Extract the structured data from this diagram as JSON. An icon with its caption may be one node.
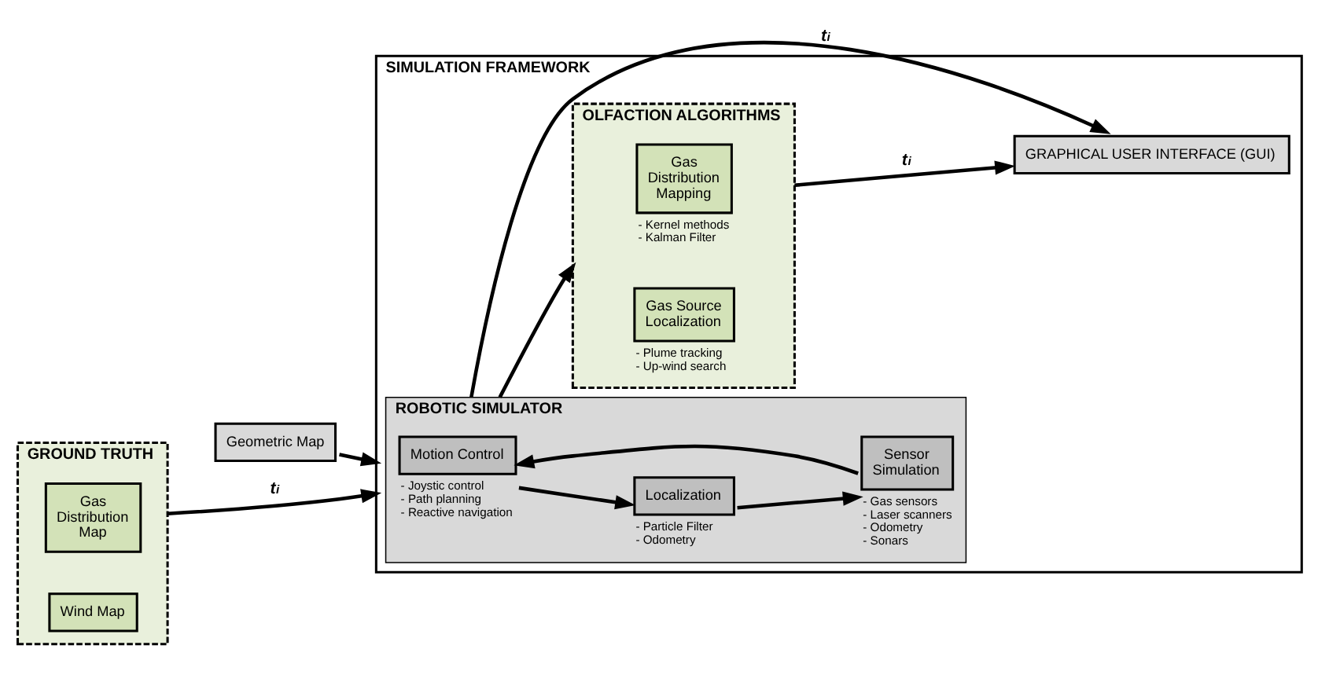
{
  "diagram": {
    "nodes": [
      {
        "text": [
          "SIMULATION FRAMEWORK"
        ]
      },
      {
        "text": [
          "Geometric Map"
        ]
      },
      {
        "text": [
          "GROUND TRUTH"
        ]
      },
      {
        "text": [
          "Gas Distribution Map"
        ],
        "in": 2
      },
      {
        "text": [
          "Wind Map"
        ],
        "in": 2
      },
      {
        "text": [
          "ROBOTIC SIMULATOR"
        ],
        "in": 0
      },
      {
        "text": [
          "Motion Control"
        ],
        "in": 5,
        "beside": [
          "- Joystic control",
          "- Path planning",
          "- Reactive navigation"
        ]
      },
      {
        "text": [
          "Localization"
        ],
        "in": 5,
        "beside": [
          "- Particle Filter",
          "- Odometry"
        ]
      },
      {
        "text": [
          "Sensor Simulation"
        ],
        "in": 5,
        "beside": [
          "- Gas sensors",
          "- Laser scanners",
          "- Odometry",
          "- Sonars"
        ]
      },
      {
        "text": [
          "OLFACTION ALGORITHMS"
        ],
        "in": 0
      },
      {
        "text": [
          "Gas Distribution Mapping"
        ],
        "in": 9,
        "beside": [
          "- Kernel methods",
          "- Kalman Filter"
        ]
      },
      {
        "text": [
          "Gas Source Localization"
        ],
        "in": 9,
        "beside": [
          "- Plume tracking",
          "- Up-wind search"
        ]
      },
      {
        "text": [
          "GRAPHICAL USER INTERFACE (GUI)"
        ],
        "in": 0
      }
    ],
    "edges": [
      {
        "from": 1,
        "to": 0,
        "arrow": "to"
      },
      {
        "from": 5,
        "to": 12,
        "arrow": "to",
        "label": "t$_{i}$"
      },
      {
        "from": 9,
        "to": 12,
        "arrow": "to",
        "label": "t$_{i}$"
      },
      {
        "from": 2,
        "to": 0,
        "arrow": "to",
        "label": "t$_{i}$"
      },
      {
        "from": 8,
        "to": 6,
        "arrow": "to"
      },
      {
        "from": 6,
        "to": 7,
        "arrow": "to"
      },
      {
        "from": 7,
        "to": 8,
        "arrow": "to"
      },
      {
        "from": 5,
        "to": 9,
        "arrow": "to"
      }
    ]
  }
}
